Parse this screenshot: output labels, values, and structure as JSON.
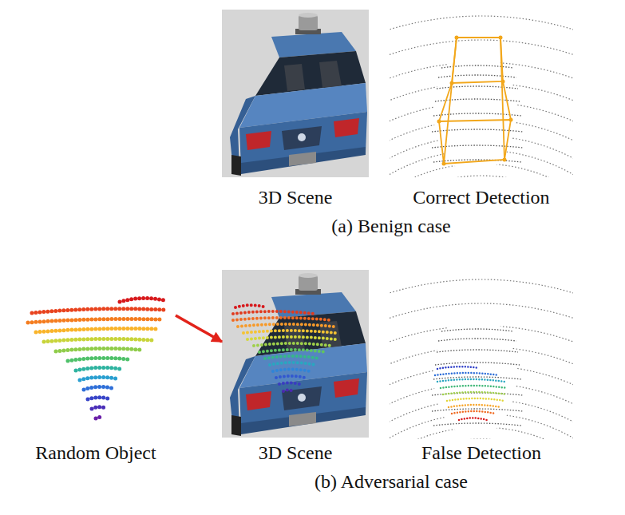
{
  "diagram": {
    "nodes": [
      {
        "text": [
          "3D Scene"
        ]
      },
      {
        "text": [
          "Correct Detection"
        ]
      },
      {
        "text": [
          "Random Object"
        ]
      },
      {
        "text": [
          "3D Scene"
        ]
      },
      {
        "text": [
          "False Detection"
        ]
      }
    ],
    "edges": [
      {
        "from": 2,
        "to": 3,
        "arrow": "to"
      }
    ],
    "labels": [
      "(a) Benign case",
      "(b) Adversarial case"
    ]
  }
}
